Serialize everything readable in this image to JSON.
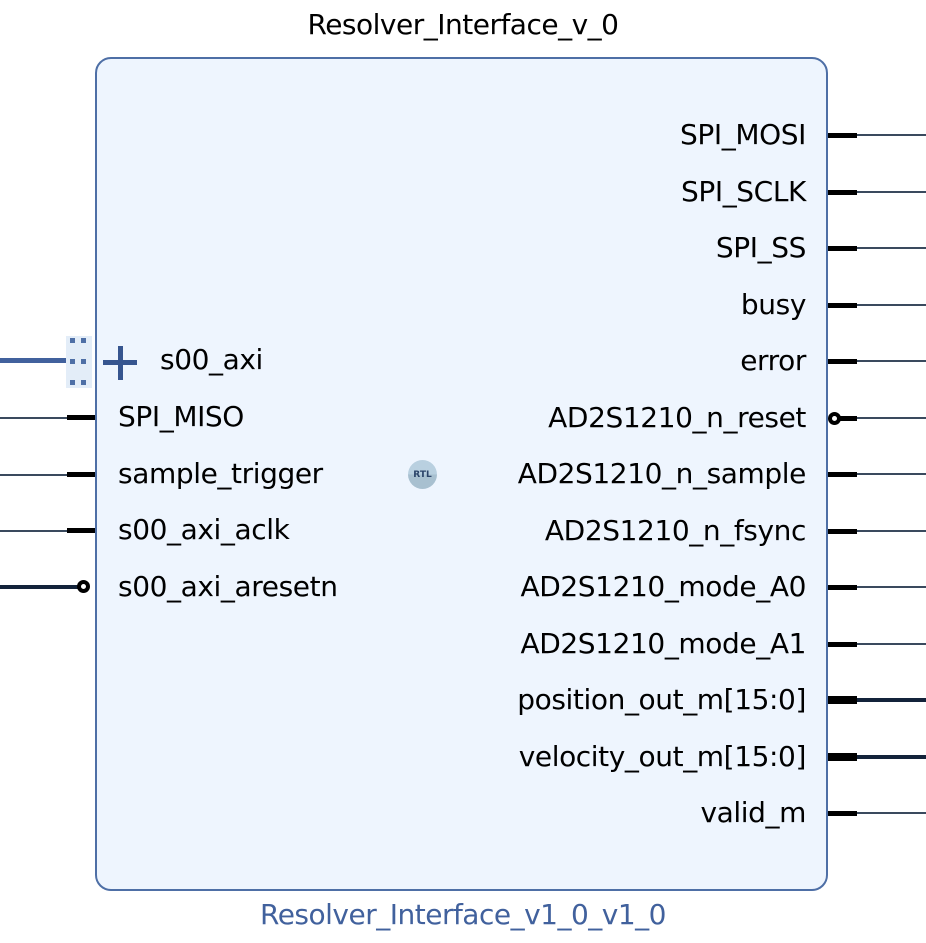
{
  "block": {
    "instance_name": "Resolver_Interface_v_0",
    "ip_name": "Resolver_Interface_v1_0_v1_0",
    "badge": "RTL"
  },
  "left_ports": [
    {
      "name": "s00_axi",
      "type": "interface"
    },
    {
      "name": "SPI_MISO",
      "type": "wire"
    },
    {
      "name": "sample_trigger",
      "type": "wire"
    },
    {
      "name": "s00_axi_aclk",
      "type": "wire"
    },
    {
      "name": "s00_axi_aresetn",
      "type": "active-low"
    }
  ],
  "right_ports": [
    {
      "name": "SPI_MOSI",
      "type": "wire"
    },
    {
      "name": "SPI_SCLK",
      "type": "wire"
    },
    {
      "name": "SPI_SS",
      "type": "wire"
    },
    {
      "name": "busy",
      "type": "wire"
    },
    {
      "name": "error",
      "type": "wire"
    },
    {
      "name": "AD2S1210_n_reset",
      "type": "active-low"
    },
    {
      "name": "AD2S1210_n_sample",
      "type": "wire"
    },
    {
      "name": "AD2S1210_n_fsync",
      "type": "wire"
    },
    {
      "name": "AD2S1210_mode_A0",
      "type": "wire"
    },
    {
      "name": "AD2S1210_mode_A1",
      "type": "wire"
    },
    {
      "name": "position_out_m[15:0]",
      "type": "bus"
    },
    {
      "name": "velocity_out_m[15:0]",
      "type": "bus"
    },
    {
      "name": "valid_m",
      "type": "wire"
    }
  ]
}
